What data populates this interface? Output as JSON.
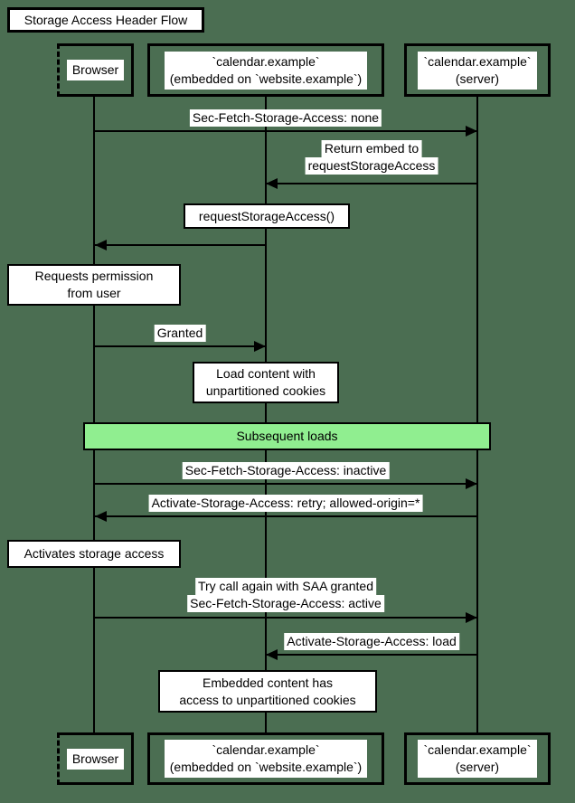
{
  "title": "Storage Access Header Flow",
  "colors": {
    "background": "#4b6e52",
    "line": "#000000",
    "label-bg": "#ffffff",
    "note-bg": "#ffffff",
    "highlight-fill": "#90ee90",
    "text": "#000000"
  },
  "participants": [
    {
      "name": "browser",
      "lines": [
        "Browser"
      ]
    },
    {
      "name": "embed",
      "lines": [
        "`calendar.example`",
        "(embedded on `website.example`)"
      ]
    },
    {
      "name": "server",
      "lines": [
        "`calendar.example`",
        "(server)"
      ]
    }
  ],
  "highlight": {
    "label": "Subsequent loads"
  },
  "messages": [
    {
      "from": "Browser",
      "to": "Server",
      "lines": [
        "Sec-Fetch-Storage-Access: none"
      ]
    },
    {
      "from": "Server",
      "to": "Embed",
      "lines": [
        "Return embed to",
        "requestStorageAccess"
      ]
    },
    {
      "from": "Embed",
      "to": "Browser",
      "lines": []
    },
    {
      "from": "Browser",
      "to": "Embed",
      "lines": [
        "Granted"
      ]
    },
    {
      "from": "Browser",
      "to": "Server",
      "lines": [
        "Sec-Fetch-Storage-Access: inactive"
      ]
    },
    {
      "from": "Server",
      "to": "Browser",
      "lines": [
        "Activate-Storage-Access: retry; allowed-origin=*"
      ]
    },
    {
      "from": "Browser",
      "to": "Server",
      "lines": [
        "Try call again with SAA granted",
        "Sec-Fetch-Storage-Access: active"
      ]
    },
    {
      "from": "Server",
      "to": "Embed",
      "lines": [
        "Activate-Storage-Access: load"
      ]
    }
  ],
  "notes": [
    {
      "over": "embed",
      "lines": [
        "requestStorageAccess()"
      ]
    },
    {
      "over": "browser",
      "lines": [
        "Requests permission",
        "from user"
      ]
    },
    {
      "over": "embed",
      "lines": [
        "Load content with",
        "unpartitioned cookies"
      ]
    },
    {
      "over": "browser",
      "lines": [
        "Activates storage access"
      ]
    },
    {
      "over": "embed",
      "lines": [
        "Embedded content has",
        "access to unpartitioned cookies"
      ]
    }
  ]
}
